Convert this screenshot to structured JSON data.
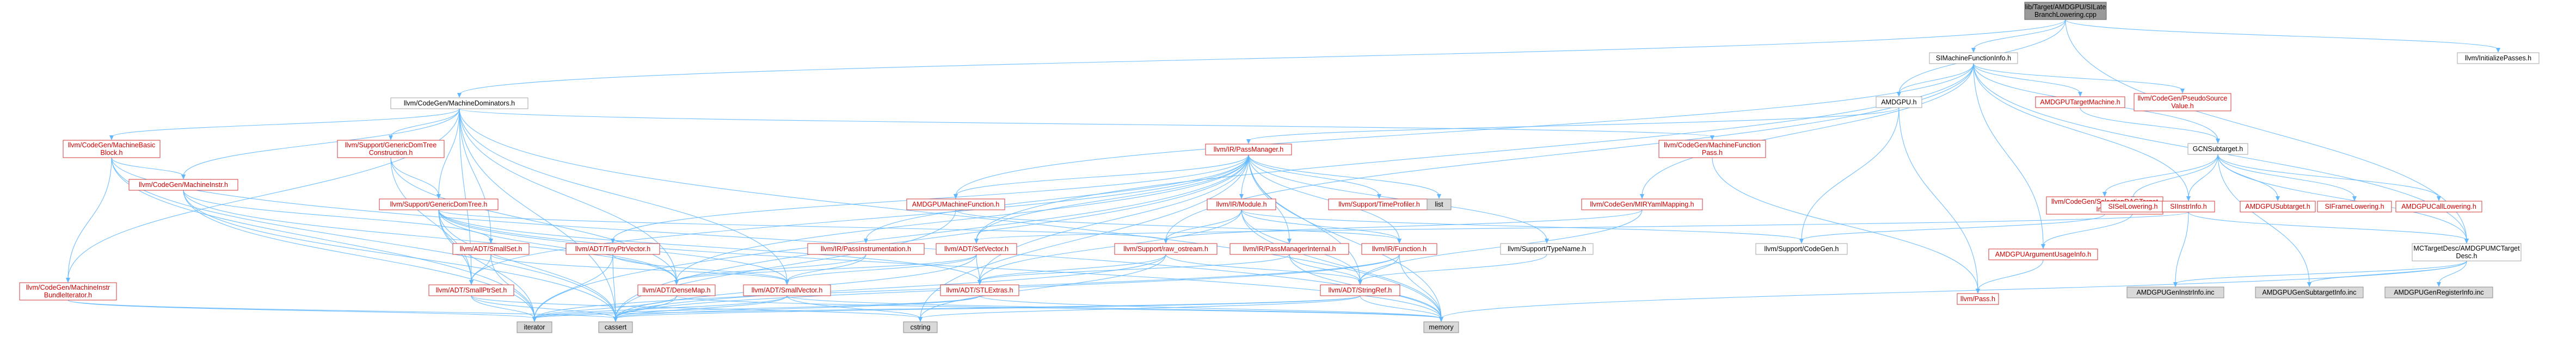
{
  "colors": {
    "edge": "#63b8ff",
    "border_default": "#a6a6a6",
    "border_red": "#d13a3a",
    "text_red": "#d00000",
    "grey_fill": "#d9d9d9",
    "root_fill": "#9a9a9a"
  },
  "nodes": [
    {
      "id": "root",
      "lines": [
        "lib/Target/AMDGPU/SILate",
        "BranchLowering.cpp"
      ],
      "style": "root"
    },
    {
      "id": "dominators",
      "lines": [
        "llvm/CodeGen/MachineDominators.h"
      ],
      "style": "plain"
    },
    {
      "id": "simfi",
      "lines": [
        "SIMachineFunctionInfo.h"
      ],
      "style": "plain"
    },
    {
      "id": "initpasses",
      "lines": [
        "llvm/InitializePasses.h"
      ],
      "style": "plain"
    },
    {
      "id": "amdgpuh",
      "lines": [
        "AMDGPU.h"
      ],
      "style": "plain"
    },
    {
      "id": "amdgputm",
      "lines": [
        "AMDGPUTargetMachine.h"
      ],
      "style": "red"
    },
    {
      "id": "pseudosrc",
      "lines": [
        "llvm/CodeGen/PseudoSource",
        "Value.h"
      ],
      "style": "red"
    },
    {
      "id": "mbb",
      "lines": [
        "llvm/CodeGen/MachineBasic",
        "Block.h"
      ],
      "style": "red"
    },
    {
      "id": "gdt",
      "lines": [
        "llvm/Support/GenericDomTree",
        "Construction.h"
      ],
      "style": "red"
    },
    {
      "id": "mfpass",
      "lines": [
        "llvm/CodeGen/MachineFunction",
        "Pass.h"
      ],
      "style": "red"
    },
    {
      "id": "passmgr",
      "lines": [
        "llvm/IR/PassManager.h"
      ],
      "style": "red"
    },
    {
      "id": "gcnsub",
      "lines": [
        "GCNSubtarget.h"
      ],
      "style": "plain"
    },
    {
      "id": "mi",
      "lines": [
        "llvm/CodeGen/MachineInstr.h"
      ],
      "style": "red"
    },
    {
      "id": "gdtree",
      "lines": [
        "llvm/Support/GenericDomTree.h"
      ],
      "style": "red"
    },
    {
      "id": "amdgpumf",
      "lines": [
        "AMDGPUMachineFunction.h"
      ],
      "style": "red"
    },
    {
      "id": "irmodule",
      "lines": [
        "llvm/IR/Module.h"
      ],
      "style": "red"
    },
    {
      "id": "timeprof",
      "lines": [
        "llvm/Support/TimeProfiler.h"
      ],
      "style": "red"
    },
    {
      "id": "list",
      "lines": [
        "list"
      ],
      "style": "grey"
    },
    {
      "id": "mirymlmap",
      "lines": [
        "llvm/CodeGen/MIRYamlMapping.h"
      ],
      "style": "red"
    },
    {
      "id": "seldag",
      "lines": [
        "llvm/CodeGen/SelectionDAGTarget",
        "Info.h"
      ],
      "style": "red"
    },
    {
      "id": "sisellow",
      "lines": [
        "SISelLowering.h"
      ],
      "style": "red"
    },
    {
      "id": "siinstr",
      "lines": [
        "SIInstrInfo.h"
      ],
      "style": "red"
    },
    {
      "id": "amdgpusub",
      "lines": [
        "AMDGPUSubtarget.h"
      ],
      "style": "red"
    },
    {
      "id": "siframe",
      "lines": [
        "SIFrameLowering.h"
      ],
      "style": "red"
    },
    {
      "id": "amdgpucall",
      "lines": [
        "AMDGPUCallLowering.h"
      ],
      "style": "red"
    },
    {
      "id": "smallset",
      "lines": [
        "llvm/ADT/SmallSet.h"
      ],
      "style": "red"
    },
    {
      "id": "tinyptr",
      "lines": [
        "llvm/ADT/TinyPtrVector.h"
      ],
      "style": "red"
    },
    {
      "id": "passinstr",
      "lines": [
        "llvm/IR/PassInstrumentation.h"
      ],
      "style": "red"
    },
    {
      "id": "setvector",
      "lines": [
        "llvm/ADT/SetVector.h"
      ],
      "style": "red"
    },
    {
      "id": "rawostream",
      "lines": [
        "llvm/Support/raw_ostream.h"
      ],
      "style": "red"
    },
    {
      "id": "pmint",
      "lines": [
        "llvm/IR/PassManagerInternal.h"
      ],
      "style": "red"
    },
    {
      "id": "irfunc",
      "lines": [
        "llvm/IR/Function.h"
      ],
      "style": "red"
    },
    {
      "id": "typename",
      "lines": [
        "llvm/Support/TypeName.h"
      ],
      "style": "plain"
    },
    {
      "id": "codegenh",
      "lines": [
        "llvm/Support/CodeGen.h"
      ],
      "style": "plain"
    },
    {
      "id": "argusage",
      "lines": [
        "AMDGPUArgumentUsageInfo.h"
      ],
      "style": "red"
    },
    {
      "id": "mctarget",
      "lines": [
        "MCTargetDesc/AMDGPUMCTarget",
        "Desc.h"
      ],
      "style": "plain"
    },
    {
      "id": "mibundle",
      "lines": [
        "llvm/CodeGen/MachineInstr",
        "BundleIterator.h"
      ],
      "style": "red"
    },
    {
      "id": "smallptrset",
      "lines": [
        "llvm/ADT/SmallPtrSet.h"
      ],
      "style": "red"
    },
    {
      "id": "densemap",
      "lines": [
        "llvm/ADT/DenseMap.h"
      ],
      "style": "red"
    },
    {
      "id": "smallvector",
      "lines": [
        "llvm/ADT/SmallVector.h"
      ],
      "style": "red"
    },
    {
      "id": "stlextras",
      "lines": [
        "llvm/ADT/STLExtras.h"
      ],
      "style": "red"
    },
    {
      "id": "stringref",
      "lines": [
        "llvm/ADT/StringRef.h"
      ],
      "style": "red"
    },
    {
      "id": "pass",
      "lines": [
        "llvm/Pass.h"
      ],
      "style": "red"
    },
    {
      "id": "gcninfo",
      "lines": [
        "AMDGPUGenInstrInfo.inc"
      ],
      "style": "grey"
    },
    {
      "id": "gensub",
      "lines": [
        "AMDGPUGenSubtargetInfo.inc"
      ],
      "style": "grey"
    },
    {
      "id": "genreg",
      "lines": [
        "AMDGPUGenRegisterInfo.inc"
      ],
      "style": "grey"
    },
    {
      "id": "iterator",
      "lines": [
        "iterator"
      ],
      "style": "grey"
    },
    {
      "id": "cassert",
      "lines": [
        "cassert"
      ],
      "style": "grey"
    },
    {
      "id": "cstring",
      "lines": [
        "cstring"
      ],
      "style": "grey"
    },
    {
      "id": "memory",
      "lines": [
        "memory"
      ],
      "style": "grey"
    }
  ]
}
